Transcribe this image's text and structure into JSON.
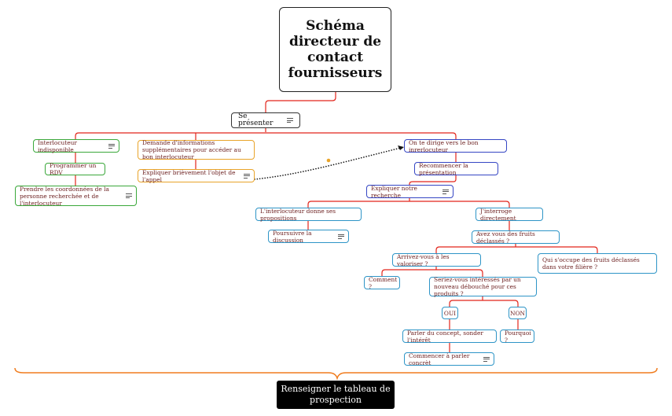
{
  "root": {
    "title": "Schéma directeur de contact fournisseurs"
  },
  "colors": {
    "connector": "#e2251b",
    "green_branch": "#3aa83a",
    "orange_branch": "#e9a42a",
    "blue_branch": "#3546c4",
    "cyan_branch": "#2e95c7",
    "summary_brace": "#f07c1e",
    "summary_bg": "#000000"
  },
  "nodes": {
    "se_presenter": "Se présenter",
    "interlocuteur_indisponible": "Interlocuteur indisponible",
    "programmer_rdv": "Programmer un RDV",
    "prendre_coordonnees": "Prendre les coordonnées de la personne recherchée et de l'interlocuteur",
    "demande_infos": "Demande d'informations supplémentaires pour accéder au bon interlocuteur",
    "expliquer_objet": "Expliquer brièvement l'objet de l'appel",
    "on_te_dirige": "On te dirige vers le bon inrerlocuteur",
    "recommencer": "Recommencer la présentation",
    "expliquer_recherche": "Expliquer notre recherche",
    "interlocuteur_propositions": "L'interlocuteur donne ses propositions",
    "poursuivre": "Poursuivre la discussion",
    "jinterroge": "J'interroge directement",
    "fruits_declasses": "Avez vous des fruits déclassés ?",
    "arrivez_vous": "Arrivez-vous à les valoriser ?",
    "qui_soccupe": "Qui s'occupe des fruits déclassés dans votre filière ?",
    "comment": "Comment ?",
    "seriez_vous": "Seriez-vous intéressés par un nouveau débouché pour ces produits ?",
    "oui": "OUI",
    "non": "NON",
    "parler_concept": "Parler du concept, sonder l'intérêt",
    "pourquoi": "Pourquoi ?",
    "commencer": "Commencer à parler concrèt"
  },
  "summary": {
    "label": "Renseigner le tableau de prospection"
  },
  "icons": {
    "note": "note-lines-icon"
  }
}
